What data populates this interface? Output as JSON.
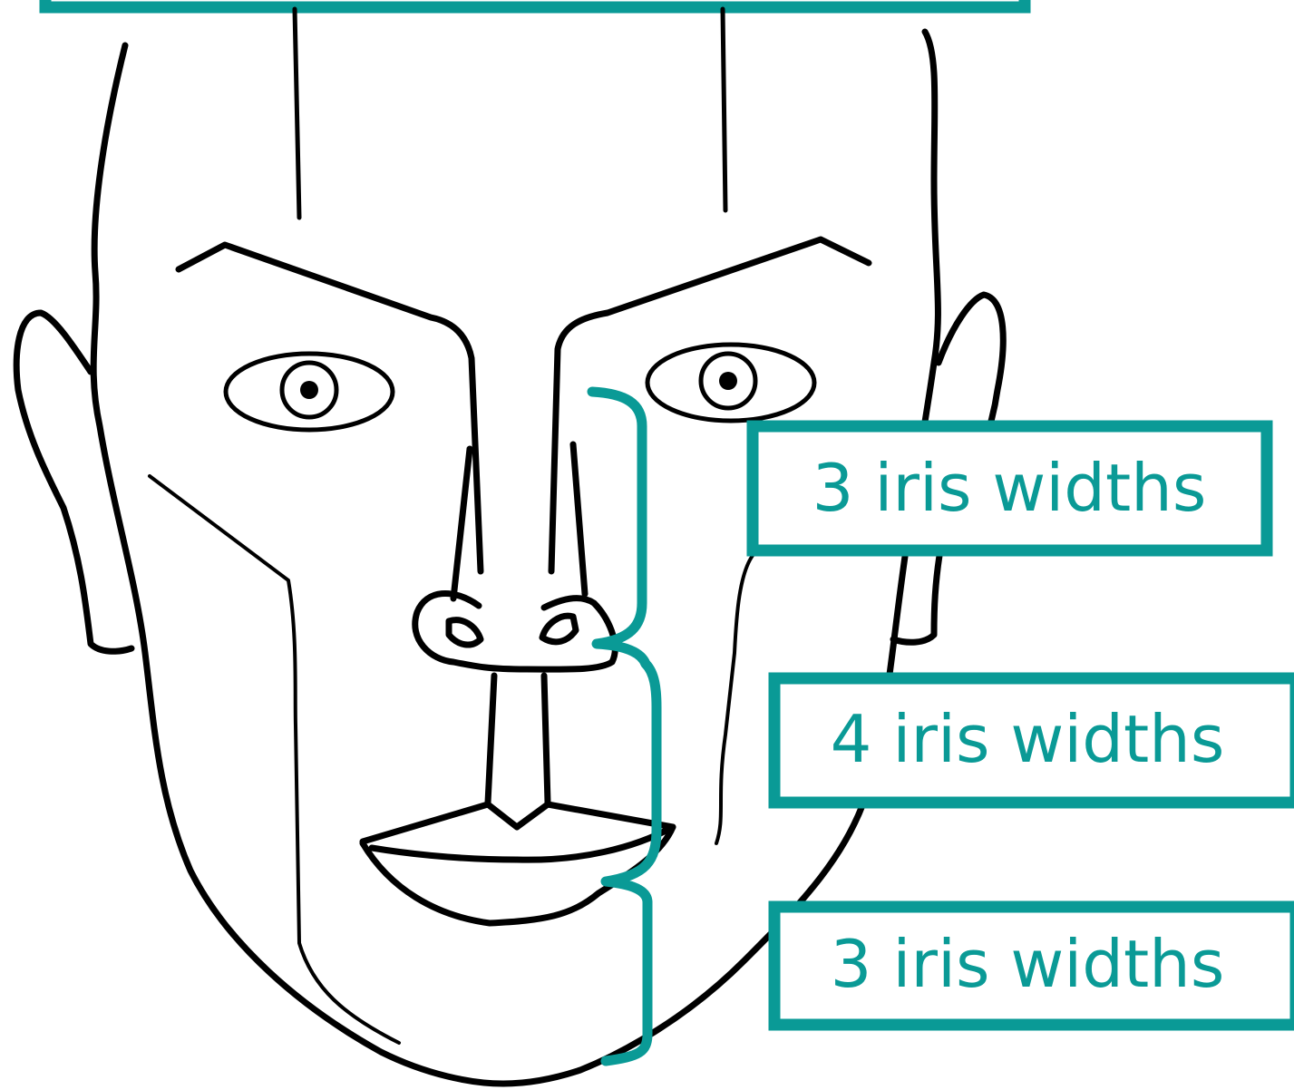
{
  "colors": {
    "accent": "#0a9a96",
    "line": "#000000",
    "background": "#ffffff"
  },
  "labels": {
    "upper_measure": "3 iris widths",
    "middle_measure": "4 iris widths",
    "lower_measure": "3 iris widths"
  }
}
